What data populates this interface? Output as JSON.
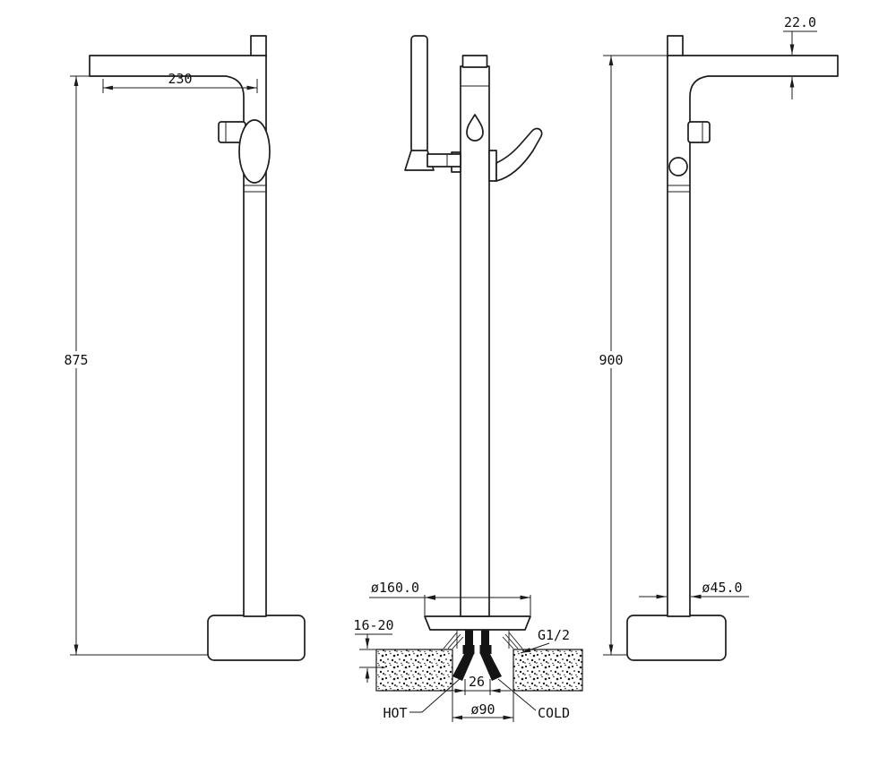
{
  "drawing": {
    "type": "freestanding-bath-faucet-technical-drawing",
    "colors": {
      "line": "#1c1c1c",
      "pipe_fill": "#141414",
      "background": "#ffffff"
    }
  },
  "dims": {
    "spout_reach": "230",
    "overall_height_left": "875",
    "spout_thickness": "22.0",
    "overall_height_right": "900",
    "base_plate_diameter": "ø160.0",
    "floor_thickness": "16-20",
    "connection_thread": "G1/2",
    "inlet_spacing": "26",
    "hole_diameter": "ø90",
    "column_diameter": "ø45.0"
  },
  "labels": {
    "hot": "HOT",
    "cold": "COLD"
  }
}
